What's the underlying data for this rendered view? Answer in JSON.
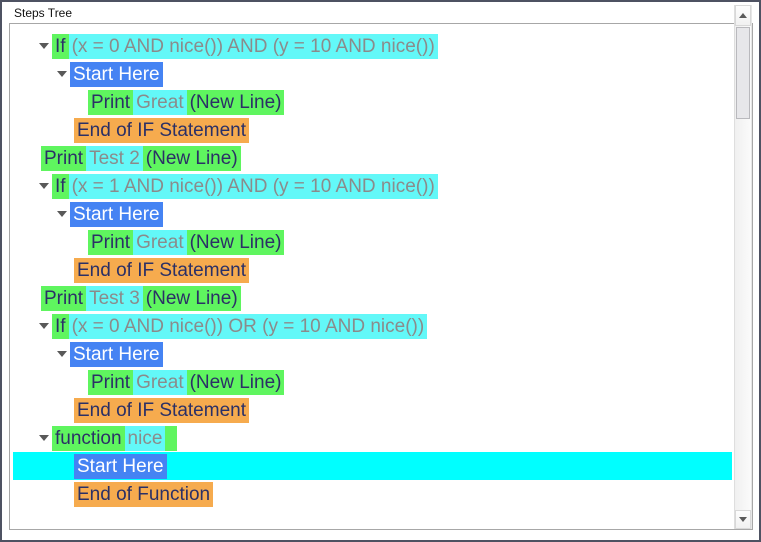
{
  "window": {
    "label": "Steps Tree"
  },
  "palette": {
    "green": "#5ff55f",
    "cyan": "#63f8f8",
    "blue": "#4583f3",
    "orange": "#f6ab4e",
    "selection": "#00ffff",
    "navy": "#2b3066",
    "gray": "#8b8b8b",
    "white": "#ffffff"
  },
  "icons": {
    "expander": "triangle-down",
    "scrollbar_up": "triangle-up",
    "scrollbar_down": "triangle-down"
  },
  "tree": {
    "rows": [
      {
        "level": 0,
        "expander": true,
        "selected": false,
        "segments": [
          {
            "text": "If",
            "bg": "green",
            "fg": "navy"
          },
          {
            "text": "(x = 0 AND nice()) AND (y = 10 AND nice())",
            "bg": "cyan",
            "fg": "gray"
          }
        ]
      },
      {
        "level": 1,
        "expander": true,
        "selected": false,
        "segments": [
          {
            "text": "Start Here",
            "bg": "blue",
            "fg": "white"
          }
        ]
      },
      {
        "level": 2,
        "expander": false,
        "selected": false,
        "segments": [
          {
            "text": "Print",
            "bg": "green",
            "fg": "navy"
          },
          {
            "text": "Great",
            "bg": "cyan",
            "fg": "gray"
          },
          {
            "text": "(New Line)",
            "bg": "green",
            "fg": "navy"
          }
        ]
      },
      {
        "level": 1,
        "expander": false,
        "selected": false,
        "segments": [
          {
            "text": "End of IF Statement",
            "bg": "orange",
            "fg": "navy"
          }
        ]
      },
      {
        "level": 0,
        "expander": false,
        "selected": false,
        "segments": [
          {
            "text": "Print",
            "bg": "green",
            "fg": "navy"
          },
          {
            "text": "Test 2",
            "bg": "cyan",
            "fg": "gray"
          },
          {
            "text": "(New Line)",
            "bg": "green",
            "fg": "navy"
          }
        ]
      },
      {
        "level": 0,
        "expander": true,
        "selected": false,
        "segments": [
          {
            "text": "If",
            "bg": "green",
            "fg": "navy"
          },
          {
            "text": "(x = 1 AND nice()) AND (y = 10 AND nice())",
            "bg": "cyan",
            "fg": "gray"
          }
        ]
      },
      {
        "level": 1,
        "expander": true,
        "selected": false,
        "segments": [
          {
            "text": "Start Here",
            "bg": "blue",
            "fg": "white"
          }
        ]
      },
      {
        "level": 2,
        "expander": false,
        "selected": false,
        "segments": [
          {
            "text": "Print",
            "bg": "green",
            "fg": "navy"
          },
          {
            "text": "Great",
            "bg": "cyan",
            "fg": "gray"
          },
          {
            "text": "(New Line)",
            "bg": "green",
            "fg": "navy"
          }
        ]
      },
      {
        "level": 1,
        "expander": false,
        "selected": false,
        "segments": [
          {
            "text": "End of IF Statement",
            "bg": "orange",
            "fg": "navy"
          }
        ]
      },
      {
        "level": 0,
        "expander": false,
        "selected": false,
        "segments": [
          {
            "text": "Print",
            "bg": "green",
            "fg": "navy"
          },
          {
            "text": "Test 3",
            "bg": "cyan",
            "fg": "gray"
          },
          {
            "text": "(New Line)",
            "bg": "green",
            "fg": "navy"
          }
        ]
      },
      {
        "level": 0,
        "expander": true,
        "selected": false,
        "segments": [
          {
            "text": "If",
            "bg": "green",
            "fg": "navy"
          },
          {
            "text": "(x = 0 AND nice()) OR (y = 10 AND nice())",
            "bg": "cyan",
            "fg": "gray"
          }
        ]
      },
      {
        "level": 1,
        "expander": true,
        "selected": false,
        "segments": [
          {
            "text": "Start Here",
            "bg": "blue",
            "fg": "white"
          }
        ]
      },
      {
        "level": 2,
        "expander": false,
        "selected": false,
        "segments": [
          {
            "text": "Print",
            "bg": "green",
            "fg": "navy"
          },
          {
            "text": "Great",
            "bg": "cyan",
            "fg": "gray"
          },
          {
            "text": "(New Line)",
            "bg": "green",
            "fg": "navy"
          }
        ]
      },
      {
        "level": 1,
        "expander": false,
        "selected": false,
        "segments": [
          {
            "text": "End of IF Statement",
            "bg": "orange",
            "fg": "navy"
          }
        ]
      },
      {
        "level": 0,
        "expander": true,
        "selected": false,
        "segments": [
          {
            "text": "function",
            "bg": "green",
            "fg": "navy"
          },
          {
            "text": "nice",
            "bg": "cyan",
            "fg": "gray"
          },
          {
            "text": " ",
            "bg": "green",
            "fg": "navy"
          }
        ]
      },
      {
        "level": 1,
        "expander": false,
        "selected": true,
        "segments": [
          {
            "text": "Start Here",
            "bg": "blue",
            "fg": "white"
          }
        ]
      },
      {
        "level": 1,
        "expander": false,
        "selected": false,
        "segments": [
          {
            "text": "End of Function",
            "bg": "orange",
            "fg": "navy"
          }
        ]
      }
    ]
  }
}
